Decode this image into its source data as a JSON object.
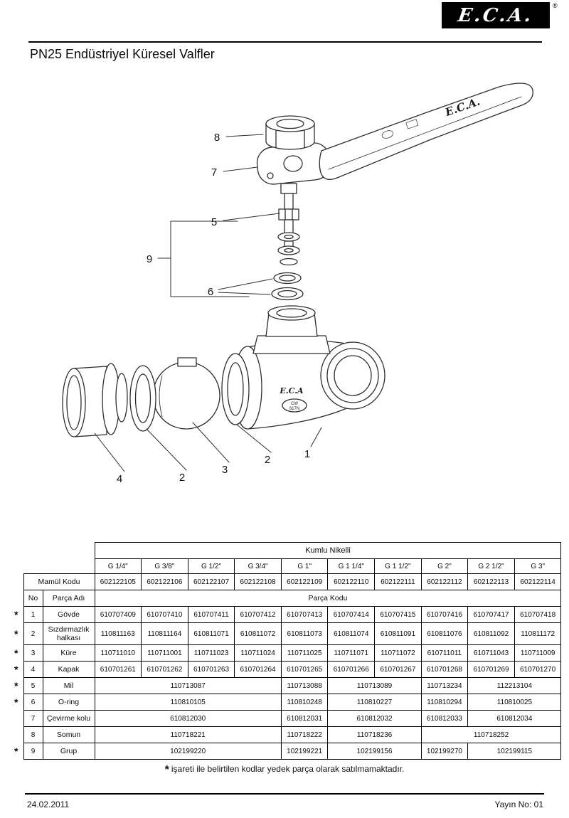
{
  "logo": {
    "text": "E.C.A.",
    "registered": "®"
  },
  "page": {
    "title": "PN25 Endüstriyel Küresel Valfler",
    "footnote_star": "*",
    "footnote_text": "işareti ile belirtilen kodlar yedek parça olarak satılmamaktadır.",
    "footer_left": "24.02.2011",
    "footer_right": "Yayın No: 01"
  },
  "diagram": {
    "handle_brand": "E.C.A.",
    "body_brand": "E.C.A",
    "badge_line1": "CW",
    "badge_line2": "617N",
    "callouts": {
      "n1": "1",
      "n2a": "2",
      "n2b": "2",
      "n3": "3",
      "n4": "4",
      "n5": "5",
      "n6": "6",
      "n7": "7",
      "n8": "8",
      "n9": "9"
    }
  },
  "table": {
    "finish_header": "Kumlu Nikelli",
    "sizes": [
      "G 1/4\"",
      "G 3/8\"",
      "G 1/2\"",
      "G 3/4\"",
      "G 1\"",
      "G 1 1/4\"",
      "G 1 1/2\"",
      "G 2\"",
      "G 2 1/2\"",
      "G 3\""
    ],
    "mamul_label": "Mamül Kodu",
    "mamul_codes": [
      "602122105",
      "602122106",
      "602122107",
      "602122108",
      "602122109",
      "602122110",
      "602122111",
      "602122112",
      "602122113",
      "602122114"
    ],
    "no_label": "No",
    "parca_adi_label": "Parça Adı",
    "parca_kodu_label": "Parça Kodu",
    "rows": [
      {
        "star": "*",
        "no": "1",
        "name": "Gövde",
        "cells": [
          "610707409",
          "610707410",
          "610707411",
          "610707412",
          "610707413",
          "610707414",
          "610707415",
          "610707416",
          "610707417",
          "610707418"
        ]
      },
      {
        "star": "*",
        "no": "2",
        "name": "Sızdırmazlık halkası",
        "cells": [
          "110811163",
          "110811164",
          "610811071",
          "610811072",
          "610811073",
          "610811074",
          "610811091",
          "610811076",
          "610811092",
          "110811172"
        ]
      },
      {
        "star": "*",
        "no": "3",
        "name": "Küre",
        "cells": [
          "110711010",
          "110711001",
          "110711023",
          "110711024",
          "110711025",
          "110711071",
          "110711072",
          "610711011",
          "610711043",
          "110711009"
        ]
      },
      {
        "star": "*",
        "no": "4",
        "name": "Kapak",
        "cells": [
          "610701261",
          "610701262",
          "610701263",
          "610701264",
          "610701265",
          "610701266",
          "610701267",
          "610701268",
          "610701269",
          "610701270"
        ]
      },
      {
        "star": "*",
        "no": "5",
        "name": "Mil",
        "cells": [
          "110713087",
          "110713088",
          "110713089",
          "110713234",
          "112213104"
        ]
      },
      {
        "star": "*",
        "no": "6",
        "name": "O-ring",
        "cells": [
          "110810105",
          "110810248",
          "110810227",
          "110810294",
          "110810025"
        ]
      },
      {
        "star": "",
        "no": "7",
        "name": "Çevirme kolu",
        "cells": [
          "610812030",
          "610812031",
          "610812032",
          "610812033",
          "610812034"
        ]
      },
      {
        "star": "",
        "no": "8",
        "name": "Somun",
        "cells": [
          "110718221",
          "110718222",
          "110718236",
          "110718252"
        ]
      },
      {
        "star": "*",
        "no": "9",
        "name": "Grup",
        "cells": [
          "102199220",
          "102199221",
          "102199156",
          "102199270",
          "102199115"
        ]
      }
    ]
  }
}
